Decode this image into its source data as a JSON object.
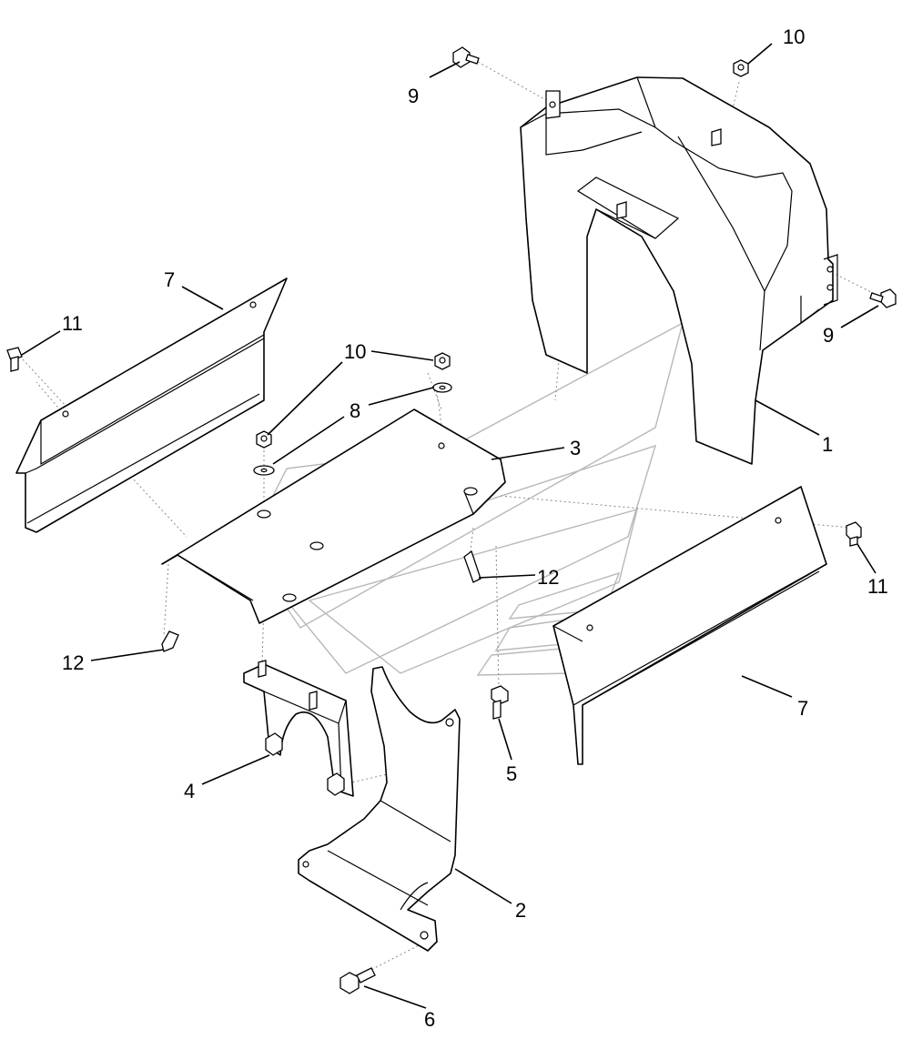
{
  "callouts": [
    {
      "id": "c1",
      "label": "1"
    },
    {
      "id": "c2",
      "label": "2"
    },
    {
      "id": "c3",
      "label": "3"
    },
    {
      "id": "c4",
      "label": "4"
    },
    {
      "id": "c5",
      "label": "5"
    },
    {
      "id": "c6",
      "label": "6"
    },
    {
      "id": "c7a",
      "label": "7"
    },
    {
      "id": "c7b",
      "label": "7"
    },
    {
      "id": "c8",
      "label": "8"
    },
    {
      "id": "c9a",
      "label": "9"
    },
    {
      "id": "c9b",
      "label": "9"
    },
    {
      "id": "c10a",
      "label": "10"
    },
    {
      "id": "c10b",
      "label": "10"
    },
    {
      "id": "c11a",
      "label": "11"
    },
    {
      "id": "c11b",
      "label": "11"
    },
    {
      "id": "c12a",
      "label": "12"
    },
    {
      "id": "c12b",
      "label": "12"
    }
  ],
  "colors": {
    "line": "#000000",
    "hidden_line": "#8a8a8a",
    "watermark": "#b8b8b8",
    "background": "#ffffff"
  }
}
